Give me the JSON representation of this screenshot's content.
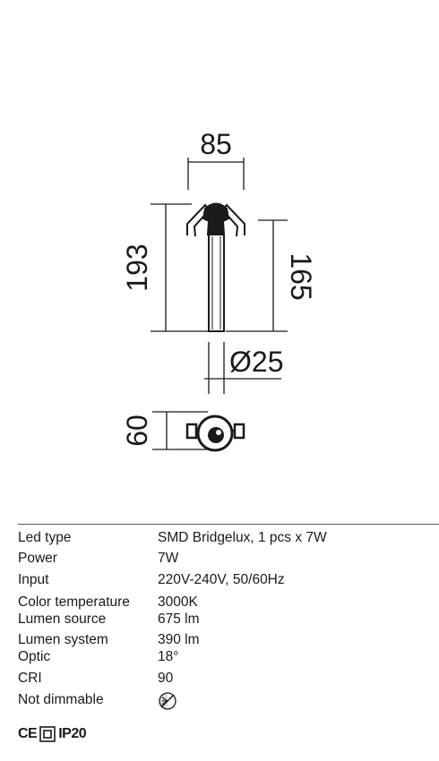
{
  "dimensions": {
    "width": "85",
    "height_total": "193",
    "height_visible": "165",
    "diameter": "Ø25",
    "cutout": "60"
  },
  "specs": [
    {
      "label": "Led type",
      "value": "SMD Bridgelux, 1 pcs x 7W"
    },
    {
      "label": "Power",
      "value": "7W"
    },
    {
      "label": "Input",
      "value": "220V-240V, 50/60Hz"
    },
    {
      "label": "Color temperature",
      "value": "3000K"
    },
    {
      "label": "Lumen source",
      "value": "675 lm"
    },
    {
      "label": "Lumen system",
      "value": "390 lm"
    },
    {
      "label": "Optic",
      "value": "18°"
    },
    {
      "label": "CRI",
      "value": "90"
    },
    {
      "label": "Not dimmable",
      "value_icon": "not-dimmable-icon"
    }
  ],
  "certifications": {
    "ce": "CE",
    "ip_rating": "IP20",
    "class_icon": "class-ii-double-square-icon"
  }
}
